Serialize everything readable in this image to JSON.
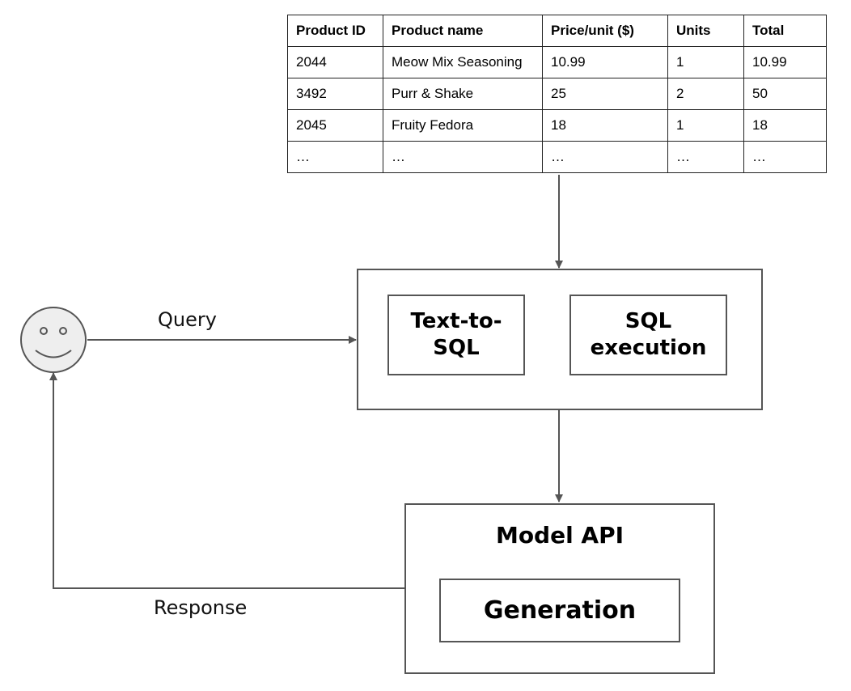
{
  "table": {
    "headers": [
      "Product ID",
      "Product name",
      "Price/unit ($)",
      "Units",
      "Total"
    ],
    "rows": [
      [
        "2044",
        "Meow Mix Seasoning",
        "10.99",
        "1",
        "10.99"
      ],
      [
        "3492",
        "Purr & Shake",
        "25",
        "2",
        "50"
      ],
      [
        "2045",
        "Fruity Fedora",
        "18",
        "1",
        "18"
      ],
      [
        "…",
        "…",
        "…",
        "…",
        "…"
      ]
    ]
  },
  "flow": {
    "query_label": "Query",
    "response_label": "Response",
    "text_to_sql": "Text-to-\nSQL",
    "sql_execution": "SQL\nexecution",
    "model_api": "Model API",
    "generation": "Generation"
  },
  "colors": {
    "stroke": "#555555",
    "face_fill": "#eeeeee"
  },
  "icons": {
    "user": "smiley-face-icon"
  }
}
